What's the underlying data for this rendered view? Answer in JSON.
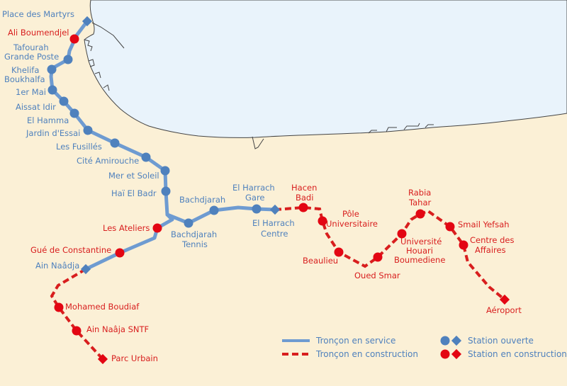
{
  "map": {
    "colors": {
      "land": "#fbf0d6",
      "sea": "#e9f3fb",
      "coast": "#444444",
      "line_in_service": "#6e9bd1",
      "line_under_construction": "#d81e1e",
      "station_open": "#4f81bd",
      "station_under_construction": "#e30613"
    },
    "stations_open": [
      "Place des Martyrs",
      "Tafourah Grande Poste",
      "Khelifa Boukhalfa",
      "1er Mai",
      "Aissat Idir",
      "El Hamma",
      "Jardin d'Essai",
      "Les Fusillés",
      "Cité Amirouche",
      "Mer et Soleil",
      "Haï El Badr",
      "Bachdjarah Tennis",
      "Bachdjarah",
      "El Harrach Gare",
      "El Harrach Centre",
      "Ain Naâdja"
    ],
    "stations_under_construction": [
      "Ali Boumendjel",
      "Les Ateliers",
      "Gué de Constantine",
      "Mohamed Boudiaf",
      "Ain Naâja SNTF",
      "Parc Urbain",
      "Hacen Badi",
      "Pôle Universitaire",
      "Beaulieu",
      "Oued Smar",
      "Université Houari Boumediene",
      "Rabia Tahar",
      "Smail Yefsah",
      "Centre des Affaires",
      "Aéroport"
    ],
    "labels": {
      "place_des_martyrs": "Place des Martyrs",
      "ali_boumendjel": "Ali Boumendjel",
      "tafourah_1": "Tafourah",
      "tafourah_2": "Grande Poste",
      "khelifa_1": "Khelifa",
      "khelifa_2": "Boukhalfa",
      "premier_mai": "1er Mai",
      "aissat_idir": "Aissat Idir",
      "el_hamma": "El Hamma",
      "jardin_essai": "Jardin d'Essai",
      "les_fusilles": "Les Fusillés",
      "cite_amirouche": "Cité Amirouche",
      "mer_et_soleil": "Mer et Soleil",
      "hai_el_badr": "Haï El Badr",
      "bachdjarah": "Bachdjarah",
      "bachdjarah_tennis_1": "Bachdjarah",
      "bachdjarah_tennis_2": "Tennis",
      "el_harrach_gare_1": "El Harrach",
      "el_harrach_gare_2": "Gare",
      "el_harrach_centre_1": "El Harrach",
      "el_harrach_centre_2": "Centre",
      "les_ateliers": "Les Ateliers",
      "gue_de_constantine": "Gué de Constantine",
      "ain_naadja": "Ain Naâdja",
      "mohamed_boudiaf": "Mohamed Boudiaf",
      "ain_naaja_sntf": "Ain Naâja SNTF",
      "parc_urbain": "Parc Urbain",
      "hacen_badi_1": "Hacen",
      "hacen_badi_2": "Badi",
      "pole_universitaire_1": "Pôle",
      "pole_universitaire_2": "Universitaire",
      "beaulieu": "Beaulieu",
      "oued_smar": "Oued Smar",
      "universite_1": "Université",
      "universite_2": "Houari",
      "universite_3": "Boumediene",
      "rabia_tahar_1": "Rabia",
      "rabia_tahar_2": "Tahar",
      "smail_yefsah": "Smail Yefsah",
      "centre_affaires_1": "Centre des",
      "centre_affaires_2": "Affaires",
      "aeroport": "Aéroport"
    },
    "legend": {
      "in_service": "Tronçon en service",
      "under_construction": "Tronçon en construction",
      "station_open": "Station ouverte",
      "station_under_construction": "Station en construction"
    }
  }
}
